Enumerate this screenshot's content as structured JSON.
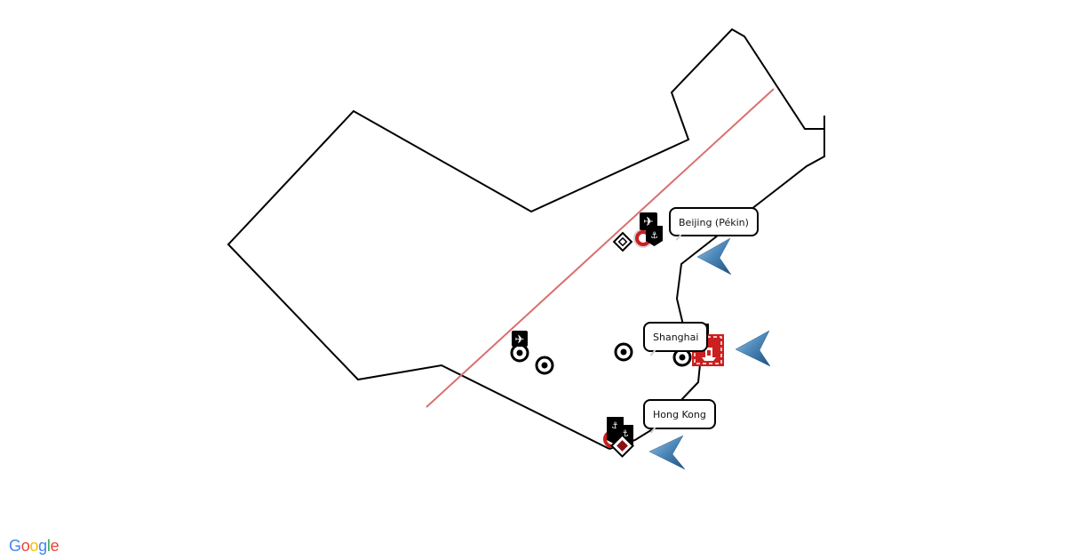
{
  "map": {
    "labels": [
      {
        "name": "beijing",
        "text": "Beijing (Pékin)"
      },
      {
        "name": "shanghai",
        "text": "Shanghai"
      },
      {
        "name": "hong-kong",
        "text": "Hong Kong"
      }
    ],
    "colors": {
      "outline": "#000000",
      "route_line": "#d9706e",
      "arrow_marker": "#4a86b8",
      "port_marker": "#cc1f1f",
      "marker_dark": "#000000"
    },
    "markers": [
      {
        "type": "airport-icon",
        "city": "Beijing"
      },
      {
        "type": "harbor-icon",
        "city": "Beijing"
      },
      {
        "type": "diamond-icon",
        "city": "Beijing"
      },
      {
        "type": "target-icon",
        "city": "Beijing"
      },
      {
        "type": "airport-icon",
        "city": "inland"
      },
      {
        "type": "target-icon",
        "city": "inland"
      },
      {
        "type": "target-icon",
        "city": "inland"
      },
      {
        "type": "target-icon",
        "city": "inland"
      },
      {
        "type": "target-icon",
        "city": "Shanghai"
      },
      {
        "type": "port-icon",
        "city": "Shanghai"
      },
      {
        "type": "harbor-icon",
        "city": "Hong Kong"
      },
      {
        "type": "harbor-icon",
        "city": "Hong Kong"
      },
      {
        "type": "diamond-icon",
        "city": "Hong Kong"
      }
    ],
    "arrows": [
      {
        "city": "Beijing",
        "direction": "west"
      },
      {
        "city": "Shanghai",
        "direction": "west"
      },
      {
        "city": "Hong Kong",
        "direction": "west"
      }
    ]
  },
  "attribution": {
    "logo_letters": [
      {
        "ch": "G",
        "color": "#4285F4"
      },
      {
        "ch": "o",
        "color": "#EA4335"
      },
      {
        "ch": "o",
        "color": "#FBBC05"
      },
      {
        "ch": "g",
        "color": "#4285F4"
      },
      {
        "ch": "l",
        "color": "#34A853"
      },
      {
        "ch": "e",
        "color": "#EA4335"
      }
    ]
  }
}
